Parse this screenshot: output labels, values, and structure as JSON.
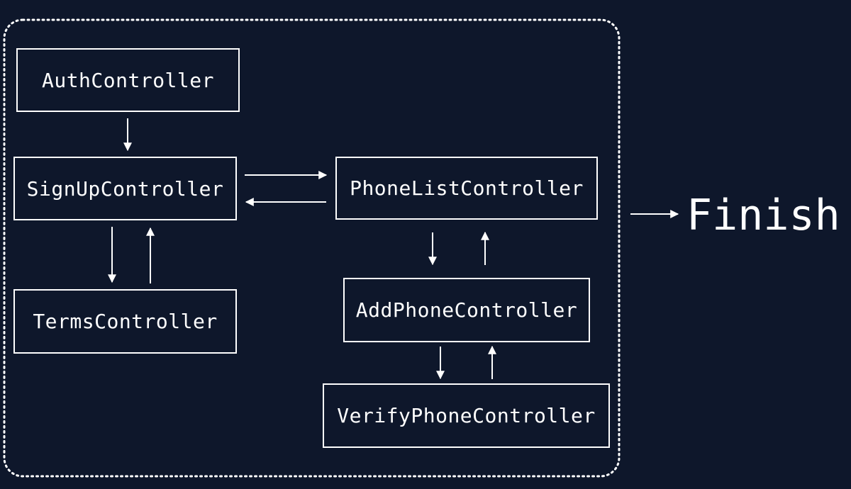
{
  "theme": {
    "background": "#0e172b",
    "foreground": "#ffffff"
  },
  "nodes": {
    "auth": "AuthController",
    "signup": "SignUpController",
    "terms": "TermsController",
    "phone_list": "PhoneListController",
    "add_phone": "AddPhoneController",
    "verify_phone": "VerifyPhoneController"
  },
  "finish": "Finish",
  "edges": [
    {
      "from": "AuthController",
      "to": "SignUpController"
    },
    {
      "from": "SignUpController",
      "to": "TermsController"
    },
    {
      "from": "TermsController",
      "to": "SignUpController"
    },
    {
      "from": "SignUpController",
      "to": "PhoneListController"
    },
    {
      "from": "PhoneListController",
      "to": "SignUpController"
    },
    {
      "from": "PhoneListController",
      "to": "AddPhoneController"
    },
    {
      "from": "AddPhoneController",
      "to": "PhoneListController"
    },
    {
      "from": "AddPhoneController",
      "to": "VerifyPhoneController"
    },
    {
      "from": "VerifyPhoneController",
      "to": "AddPhoneController"
    },
    {
      "from": "controller-group",
      "to": "Finish"
    }
  ]
}
